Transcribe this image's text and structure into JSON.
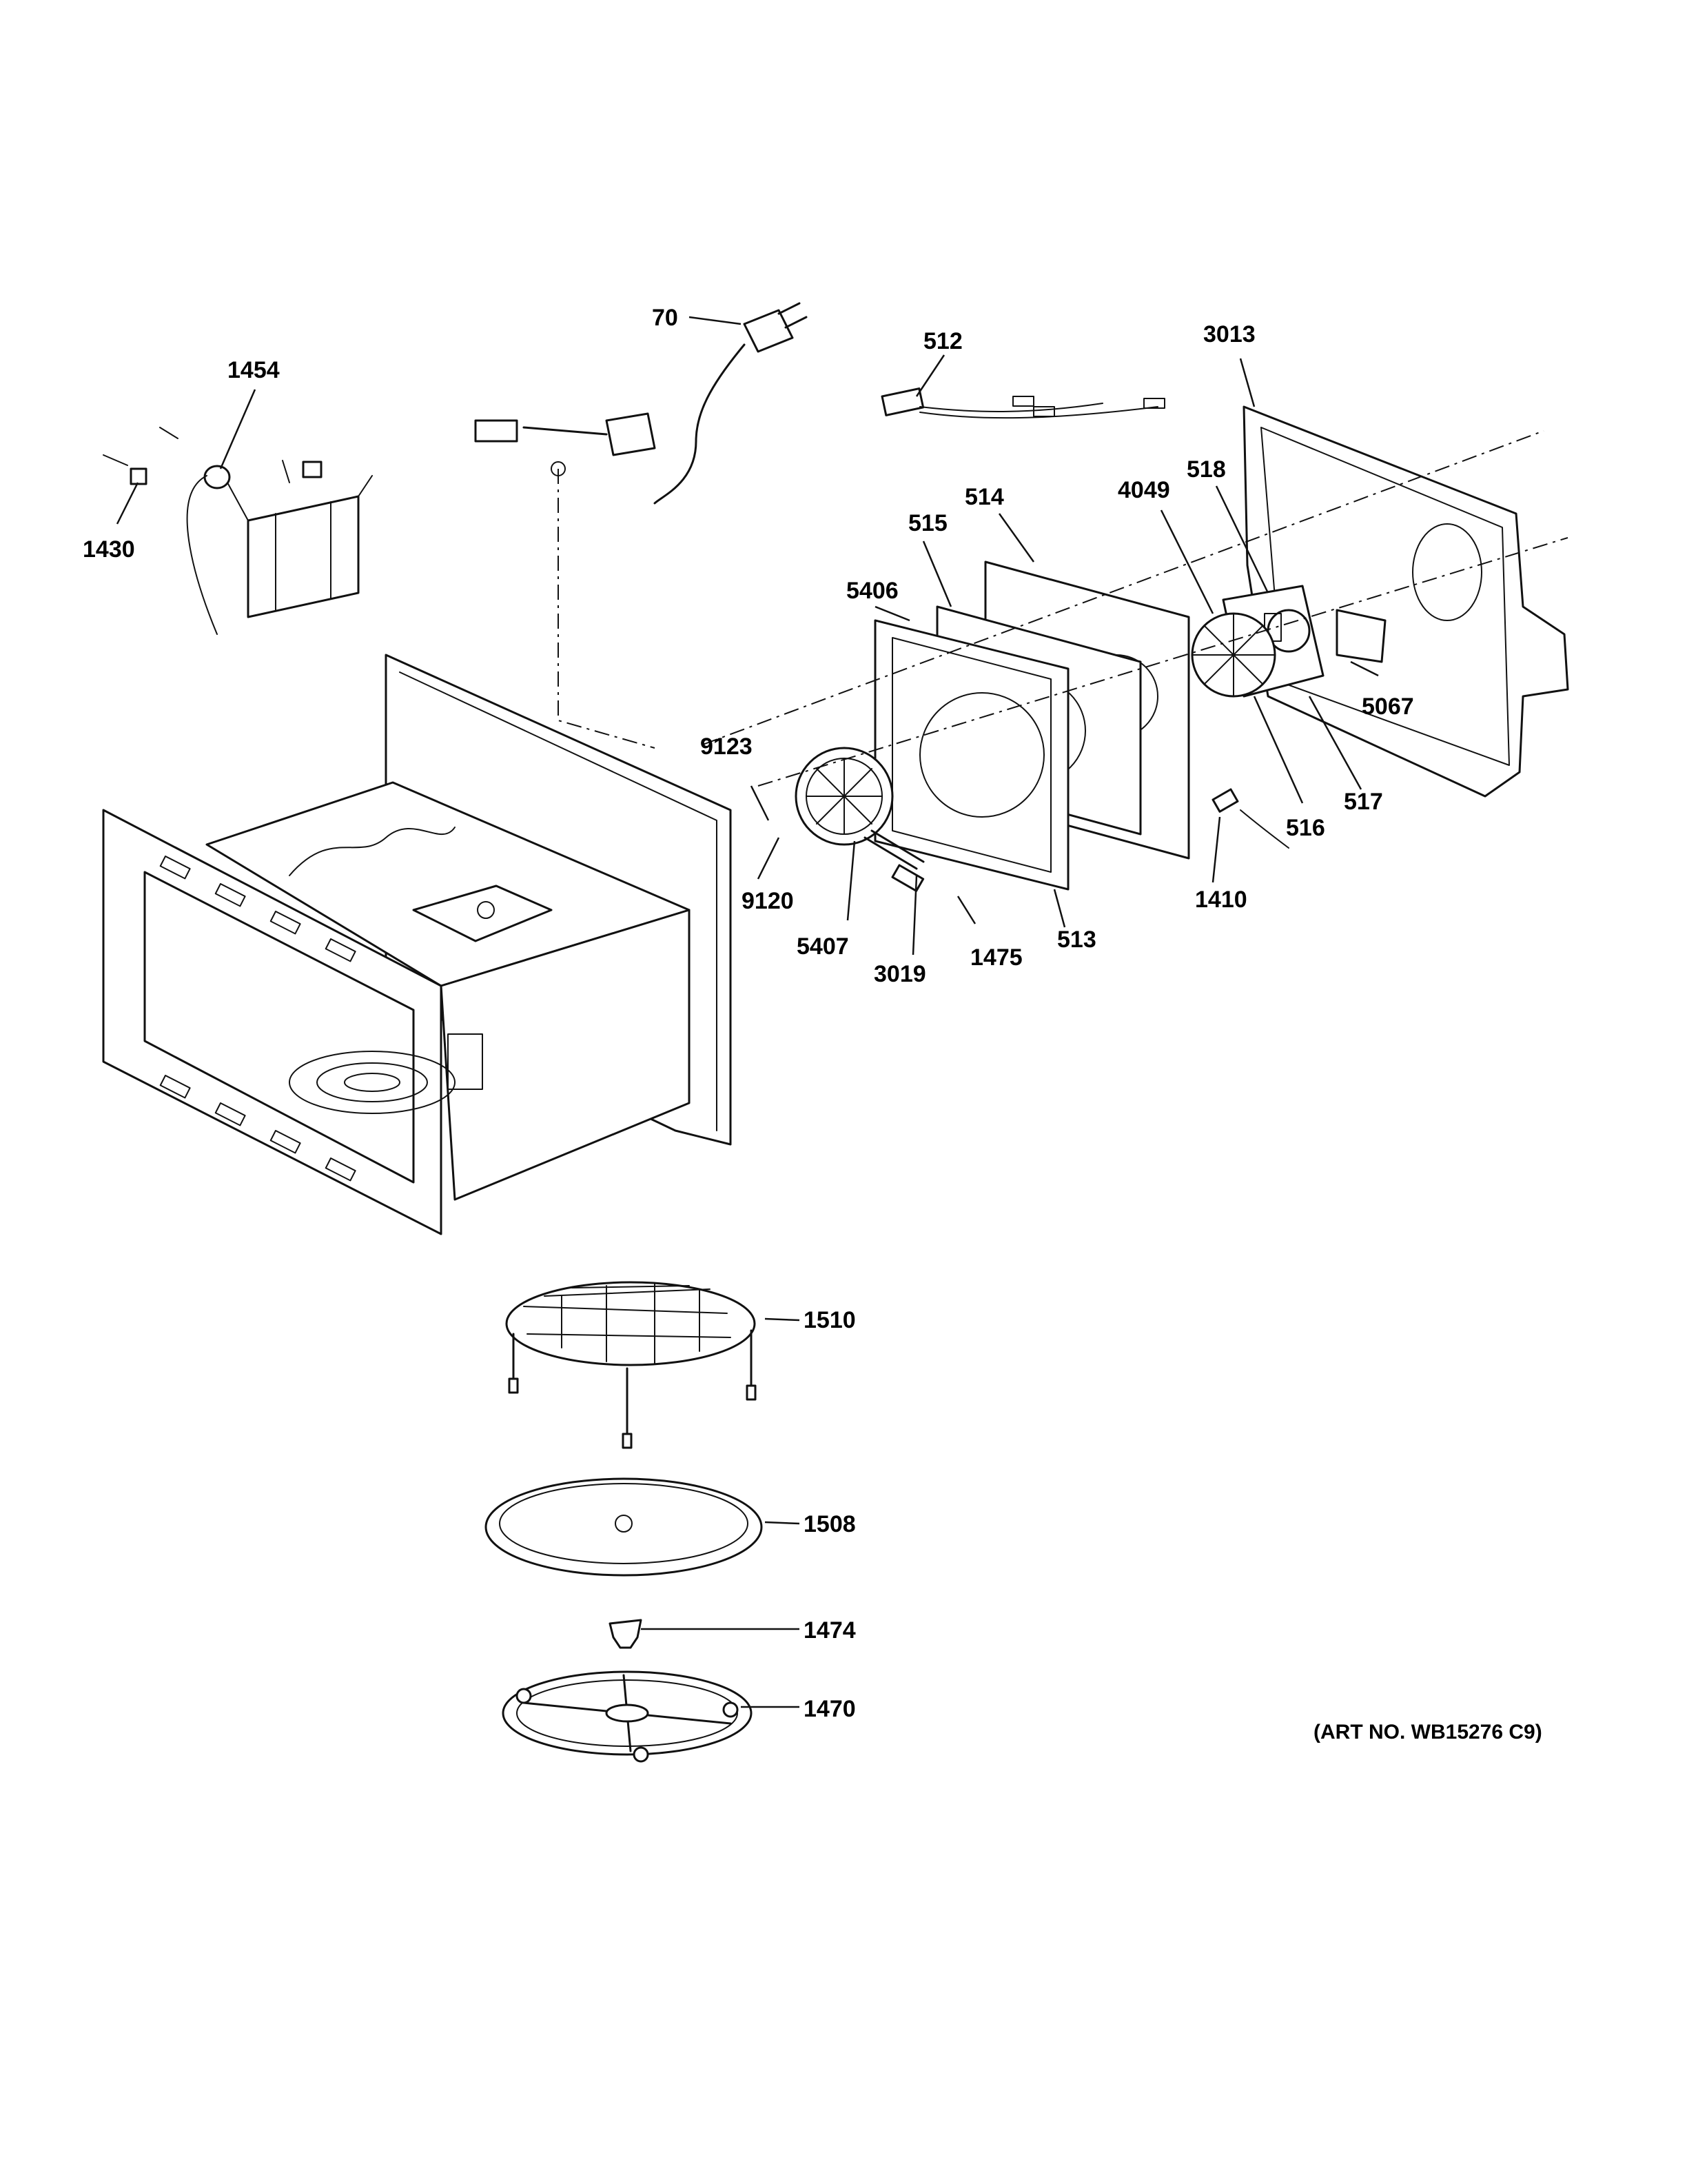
{
  "diagram": {
    "callouts": {
      "c70": "70",
      "c512": "512",
      "c3013": "3013",
      "c1454": "1454",
      "c1430": "1430",
      "c518": "518",
      "c4049": "4049",
      "c514": "514",
      "c515": "515",
      "c5406": "5406",
      "c5067": "5067",
      "c517": "517",
      "c516": "516",
      "c9123": "9123",
      "c9120": "9120",
      "c5407": "5407",
      "c3019": "3019",
      "c1475": "1475",
      "c513": "513",
      "c1410": "1410",
      "c1510": "1510",
      "c1508": "1508",
      "c1474": "1474",
      "c1470": "1470"
    },
    "art_number": "(ART NO. WB15276 C9)"
  }
}
